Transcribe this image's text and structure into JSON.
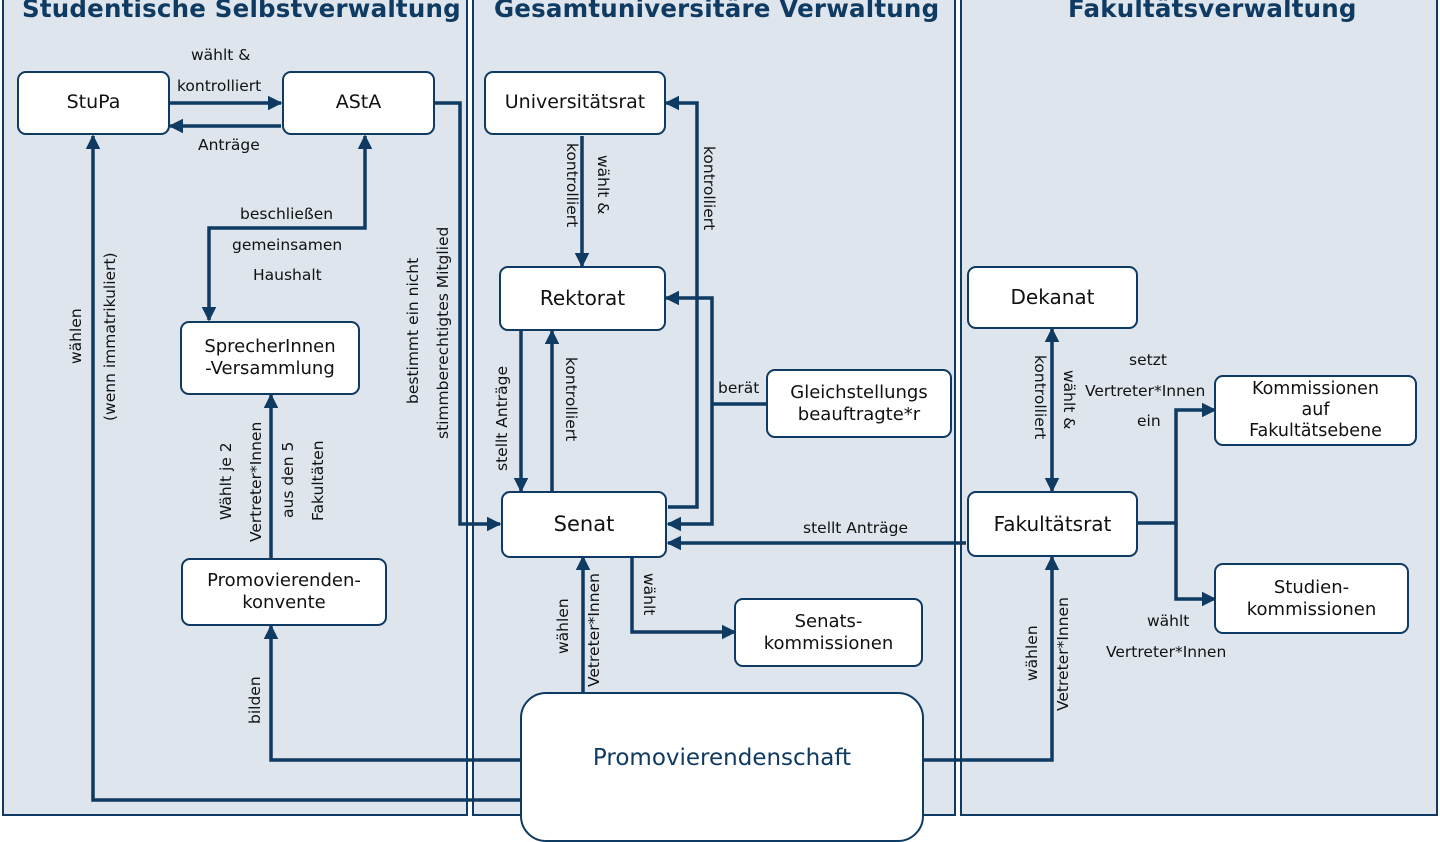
{
  "panels": {
    "student": "Studentische Selbstverwaltung",
    "university": "Gesamtuniversitäre Verwaltung",
    "faculty": "Fakultätsverwaltung"
  },
  "nodes": {
    "stupa": "StuPa",
    "asta": "AStA",
    "sprecher": "SprecherInnen\n-Versammlung",
    "konvente": "Promovierenden-\nkonvente",
    "unirat": "Universitätsrat",
    "rektorat": "Rektorat",
    "gleich": "Gleichstellungs\nbeauftragte*r",
    "senat": "Senat",
    "senatskom": "Senats-\nkommissionen",
    "promo": "Promovierendenschaft",
    "dekanat": "Dekanat",
    "fakrat": "Fakultätsrat",
    "komfak": "Kommissionen\nauf\nFakultätsebene",
    "studkom": "Studien-\nkommissionen"
  },
  "labels": {
    "waehlt_kontrolliert_1": "wählt &",
    "waehlt_kontrolliert_2": "kontrolliert",
    "antraege": "Anträge",
    "haushalt_1": "beschließen",
    "haushalt_2": "gemeinsamen",
    "haushalt_3": "Haushalt",
    "waehlen_left": "wählen",
    "immatrikuliert": "(wenn immatrikuliert)",
    "bestimmt_1": "bestimmt ein nicht",
    "bestimmt_2": "stimmberechtigtes Mitglied",
    "waehlt_je_1": "Wählt je 2",
    "waehlt_je_2": "Vertreter*Innen",
    "waehlt_je_3": "aus den 5",
    "waehlt_je_4": "Fakultäten",
    "bilden": "bilden",
    "unirat_rektorat_1": "wählt &",
    "unirat_rektorat_2": "kontrolliert",
    "kontrolliert_right": "kontrolliert",
    "stellt_antraege_v": "stellt Anträge",
    "kontrolliert_senat": "kontrolliert",
    "beraet": "berät",
    "waehlt_senat": "wählt",
    "waehlen_mid": "wählen",
    "vetreter_mid": "Vetreter*Innen",
    "stellt_antraege_h": "stellt Anträge",
    "dekanat_fak_1": "kontrolliert",
    "dekanat_fak_2": "wählt &",
    "setzt_1": "setzt",
    "setzt_2": "Vertreter*Innen",
    "setzt_3": "ein",
    "waehlt_studkom_1": "wählt",
    "waehlt_studkom_2": "Vertreter*Innen",
    "waehlen_fac": "wählen",
    "vetreter_fac": "Vetreter*Innen"
  },
  "colors": {
    "panel_bg": "#dee5ed",
    "line": "#0f3a62",
    "title": "#0f3a62",
    "promo_text": "#0f3a62"
  }
}
